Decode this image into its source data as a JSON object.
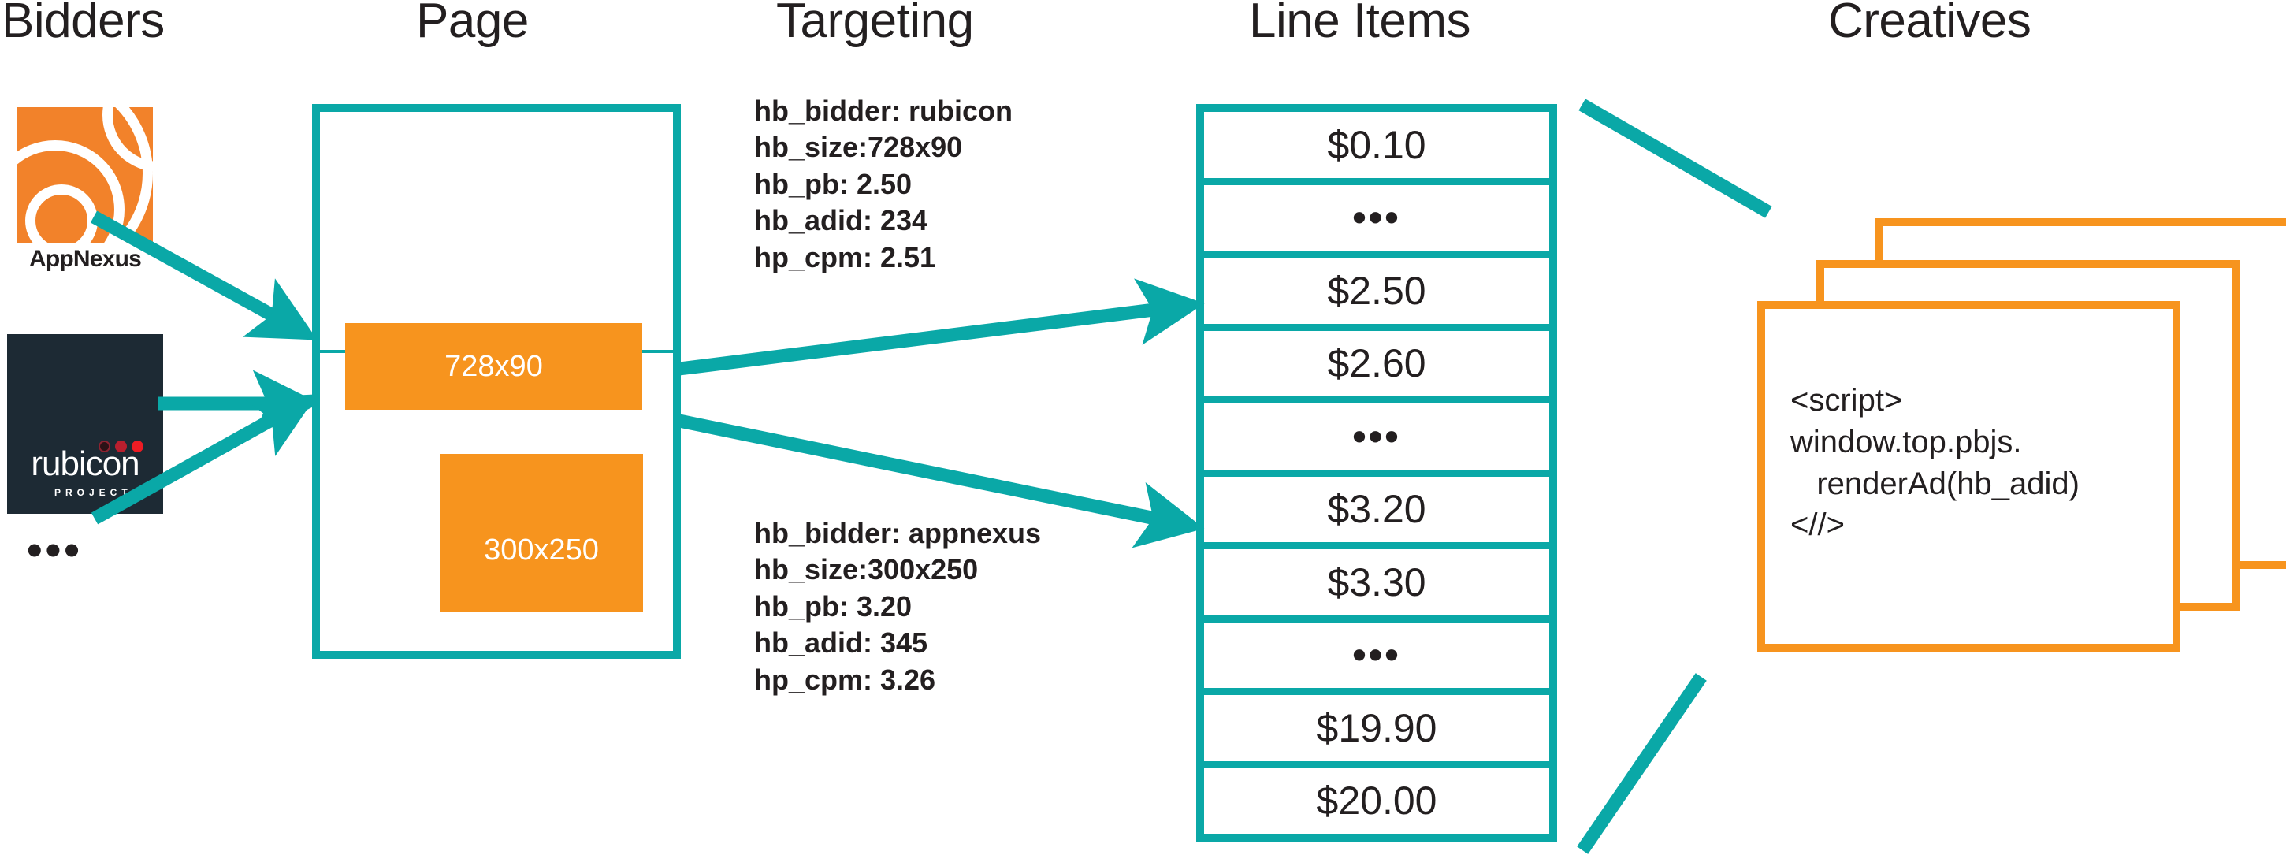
{
  "columns": [
    {
      "id": "bidders",
      "title": "Bidders"
    },
    {
      "id": "page",
      "title": "Page"
    },
    {
      "id": "targeting",
      "title": "Targeting"
    },
    {
      "id": "line_items",
      "title": "Line Items"
    },
    {
      "id": "creatives",
      "title": "Creatives"
    }
  ],
  "bidders": {
    "appnexus": {
      "name": "AppNexus",
      "logo_icon": "appnexus-logo-icon",
      "logo_color": "#f2822a"
    },
    "rubicon": {
      "name": "rubicon",
      "subtitle": "PROJECT",
      "logo_icon": "rubicon-project-logo-icon",
      "logo_color": "#1d2a34"
    },
    "more": "•••"
  },
  "page": {
    "ad_slots": [
      {
        "label": "728x90",
        "color": "#f7941e"
      },
      {
        "label": "300x250",
        "color": "#f7941e"
      }
    ],
    "border_color": "#0aa8a7"
  },
  "targeting": {
    "blocks": [
      {
        "id": "rubicon-targeting",
        "lines": [
          "hb_bidder: rubicon",
          "hb_size:728x90",
          "hb_pb: 2.50",
          "hb_adid: 234",
          "hp_cpm: 2.51"
        ]
      },
      {
        "id": "appnexus-targeting",
        "lines": [
          "hb_bidder: appnexus",
          "hb_size:300x250",
          "hb_pb: 3.20",
          "hb_adid: 345",
          "hp_cpm: 3.26"
        ]
      }
    ]
  },
  "line_items": {
    "border_color": "#0aa8a7",
    "rows": [
      {
        "label": "$0.10",
        "is_ellipsis": false
      },
      {
        "label": "•••",
        "is_ellipsis": true
      },
      {
        "label": "$2.50",
        "is_ellipsis": false
      },
      {
        "label": "$2.60",
        "is_ellipsis": false
      },
      {
        "label": "•••",
        "is_ellipsis": true
      },
      {
        "label": "$3.20",
        "is_ellipsis": false
      },
      {
        "label": "$3.30",
        "is_ellipsis": false
      },
      {
        "label": "•••",
        "is_ellipsis": true
      },
      {
        "label": "$19.90",
        "is_ellipsis": false
      },
      {
        "label": "$20.00",
        "is_ellipsis": false
      }
    ]
  },
  "creatives": {
    "border_color": "#f7941e",
    "card_count": 3,
    "code": "<script>\nwindow.top.pbjs.\n   renderAd(hb_adid)\n<//>"
  },
  "colors": {
    "teal": "#0aa8a7",
    "orange": "#f7941e",
    "appnexus_orange": "#f2822a",
    "dark": "#231f20",
    "rubicon_navy": "#1d2a34"
  }
}
